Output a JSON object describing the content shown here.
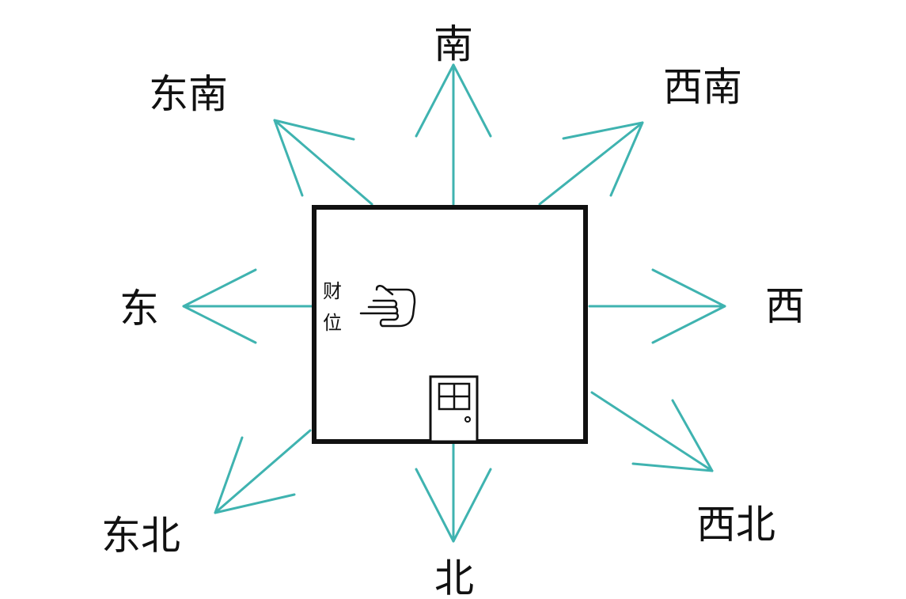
{
  "colors": {
    "arrow": "#3fb3b0",
    "room_border": "#111111",
    "text": "#111111"
  },
  "directions": {
    "south": "南",
    "southwest": "西南",
    "west": "西",
    "northwest": "西北",
    "north": "北",
    "northeast": "东北",
    "east": "东",
    "southeast": "东南"
  },
  "room": {
    "wealth_position_line1": "财",
    "wealth_position_line2": "位",
    "pointer_icon": "pointing-hand-icon",
    "door_icon": "door-icon"
  }
}
